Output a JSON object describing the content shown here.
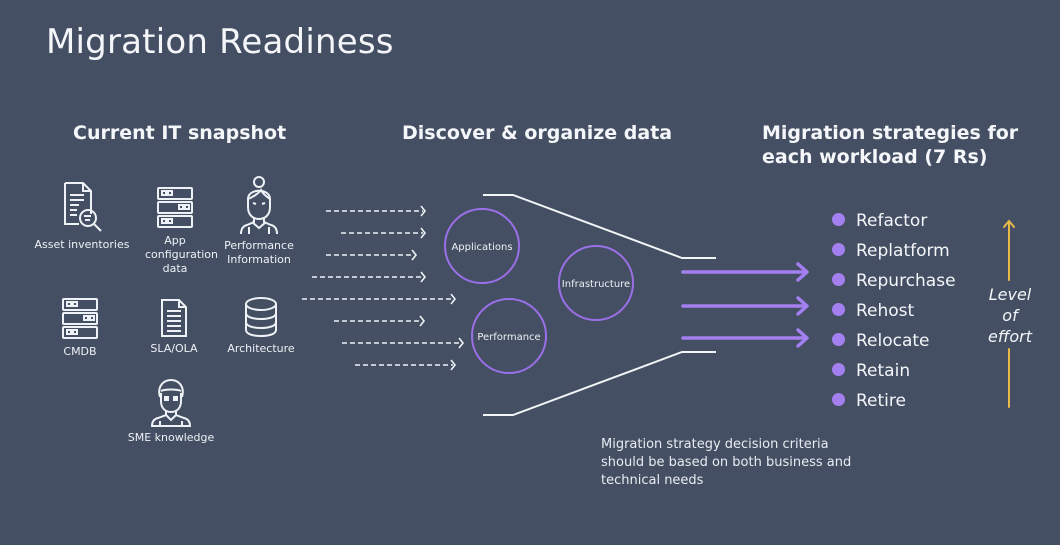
{
  "slide": {
    "title": "Migration Readiness"
  },
  "sections": {
    "snapshot": {
      "heading": "Current IT snapshot",
      "items": [
        {
          "label": "Asset inventories",
          "icon": "document-search-icon"
        },
        {
          "label": "App configuration data",
          "icon": "server-rack-icon"
        },
        {
          "label": "Performance Information",
          "icon": "person-female-icon"
        },
        {
          "label": "CMDB",
          "icon": "server-rack-icon"
        },
        {
          "label": "SLA/OLA",
          "icon": "document-icon"
        },
        {
          "label": "Architecture",
          "icon": "database-icon"
        },
        {
          "label": "SME knowledge",
          "icon": "person-male-icon"
        }
      ]
    },
    "discover": {
      "heading": "Discover & organize data",
      "circles": [
        "Applications",
        "Infrastructure",
        "Performance"
      ]
    },
    "strategies": {
      "heading": "Migration strategies for each workload (7 Rs)",
      "items": [
        "Refactor",
        "Replatform",
        "Repurchase",
        "Rehost",
        "Relocate",
        "Retain",
        "Retire"
      ],
      "effort_label_lines": [
        "Level",
        "of",
        "effort"
      ]
    }
  },
  "note": "Migration strategy decision criteria should be based on both business and technical needs",
  "colors": {
    "background": "#444f63",
    "accent_purple": "#a47ff0",
    "effort_arrow": "#e8b84a",
    "line": "#f2f4f7"
  }
}
